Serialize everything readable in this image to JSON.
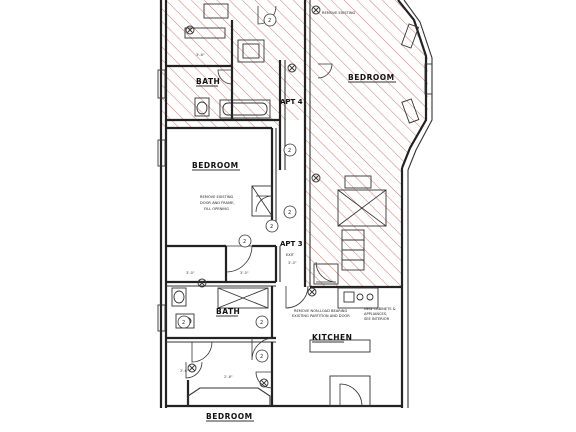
{
  "rooms": {
    "bath_upper": "BATH",
    "bedroom_upper_right": "BEDROOM",
    "apt4": "APT 4",
    "bedroom_middle": "BEDROOM",
    "apt3": "APT 3",
    "bath_lower": "BATH",
    "kitchen": "KITCHEN",
    "bedroom_bottom": "BEDROOM"
  },
  "notes": {
    "top_note": "REMOVE EXISTING",
    "remove_door_1": "REMOVE EXISTING",
    "remove_door_2": "DOOR AND FRAME,",
    "remove_door_3": "FILL OPENING",
    "remove_partition_1": "REMOVE NON-LOAD BEARING",
    "remove_partition_2": "EXISTING PARTITION AND DOOR",
    "cabinets_1": "NEW CABINETS &",
    "cabinets_2": "APPLIANCES,",
    "cabinets_3": "SEE INTERIOR",
    "exit": "EXIT"
  },
  "tags": {
    "t1": "2",
    "t2": "2",
    "t3": "2",
    "t4": "2",
    "t5": "2",
    "t6": "2",
    "t7": "2",
    "t8": "2"
  },
  "dims": {
    "d1": "3'-0\"",
    "d2": "3'-0\"",
    "d3": "2'-6\"",
    "d4": "2'-6\"",
    "d5": "3'-0\"",
    "d6": "3'-6\""
  },
  "colors": {
    "hatch": "#c0392b",
    "wall": "#222222"
  }
}
